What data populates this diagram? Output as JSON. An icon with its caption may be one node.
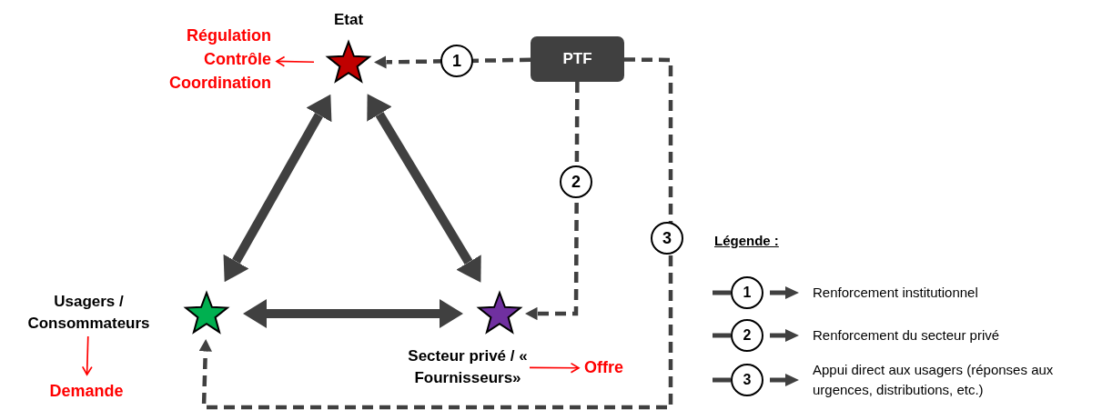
{
  "diagram": {
    "nodes": [
      {
        "text": [
          "Etat"
        ]
      },
      {
        "text": [
          "Usagers / Consommateurs"
        ]
      },
      {
        "text": [
          "Secteur privé / « Fournisseurs»"
        ]
      },
      {
        "text": [
          "PTF"
        ]
      },
      {
        "text": [
          "Régulation Contrôle Coordination"
        ]
      },
      {
        "text": [
          "Demande"
        ]
      },
      {
        "text": [
          "Offre"
        ]
      }
    ],
    "edges": [
      {
        "from": 0,
        "to": 1,
        "arrow": "both",
        "style": "thick"
      },
      {
        "from": 0,
        "to": 2,
        "arrow": "both",
        "style": "thick"
      },
      {
        "from": 1,
        "to": 2,
        "arrow": "both",
        "style": "thick"
      },
      {
        "from": 3,
        "to": 0,
        "arrow": "to",
        "style": "dashed",
        "label": "1"
      },
      {
        "from": 3,
        "to": 2,
        "arrow": "to",
        "style": "dashed",
        "label": "2"
      },
      {
        "from": 3,
        "to": 1,
        "arrow": "to",
        "style": "dashed",
        "label": "3"
      },
      {
        "from": 0,
        "to": 4,
        "arrow": "to",
        "color": "#ff0000"
      },
      {
        "from": 1,
        "to": 5,
        "arrow": "to",
        "color": "#ff0000"
      },
      {
        "from": 2,
        "to": 6,
        "arrow": "to",
        "color": "#ff0000"
      }
    ],
    "labels": [
      "Légende :",
      "1",
      "2",
      "3"
    ],
    "legend": [
      {
        "text": "Renforcement institutionnel"
      },
      {
        "text": "Renforcement du secteur privé"
      },
      {
        "text": "Appui direct aux usagers (réponses aux urgences, distributions, etc.)"
      }
    ]
  }
}
